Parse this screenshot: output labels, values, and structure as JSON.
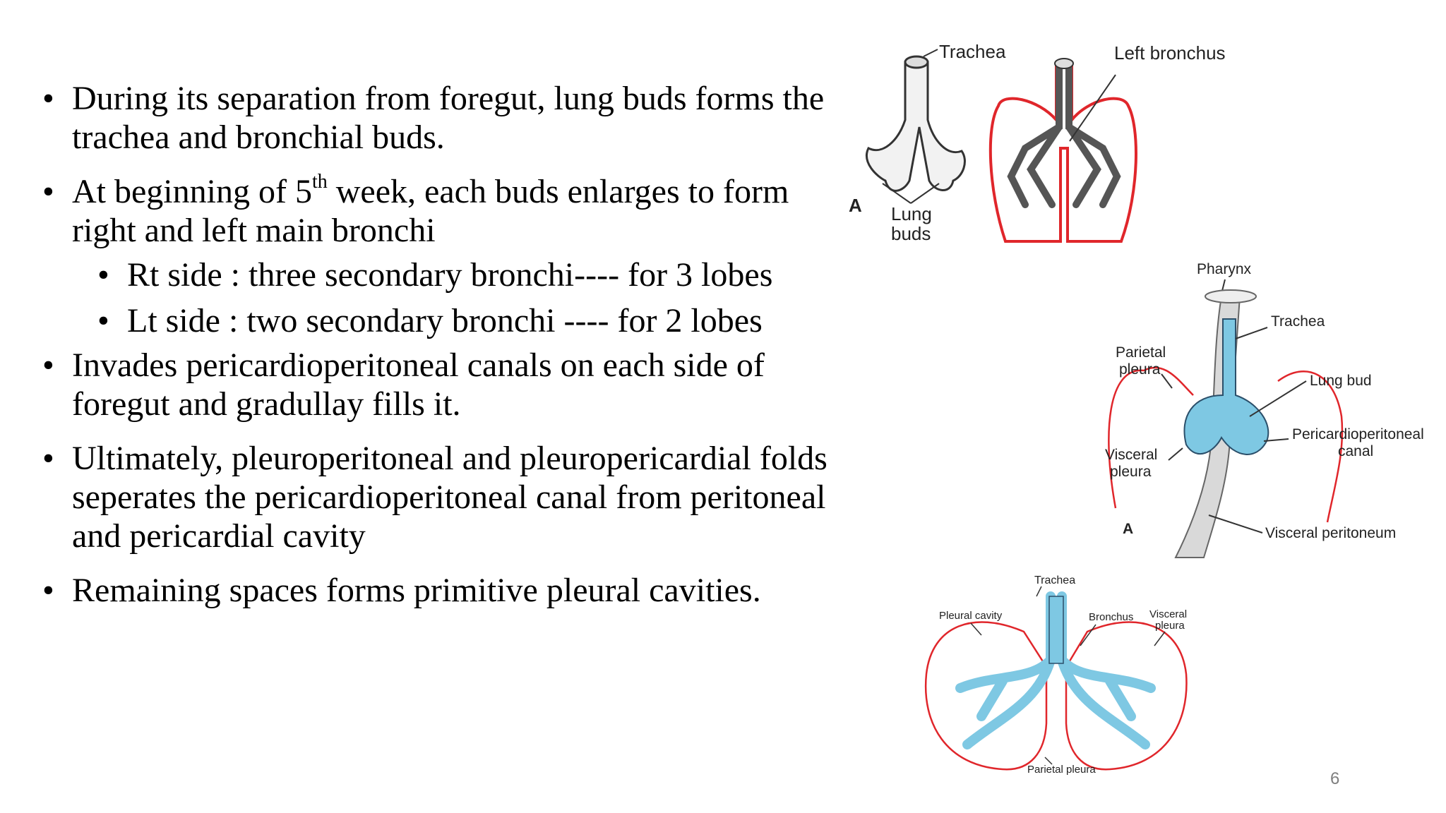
{
  "bullets": {
    "b1": "During its separation from foregut, lung buds forms the trachea and bronchial buds.",
    "b2_pre": "At beginning of 5",
    "b2_sup": "th",
    "b2_post": " week, each buds enlarges to form right and left main bronchi",
    "sub1": "Rt side : three secondary bronchi---- for 3 lobes",
    "sub2": "Lt side :  two secondary bronchi ---- for 2 lobes",
    "b3": "Invades pericardioperitoneal canals on each side of foregut and gradullay fills it.",
    "b4": "Ultimately, pleuroperitoneal and pleuropericardial folds seperates the pericardioperitoneal canal from peritoneal and pericardial cavity",
    "b5": "Remaining spaces forms primitive pleural cavities."
  },
  "figure_top": {
    "panel_letter": "A",
    "trachea": "Trachea",
    "left_bronchus": "Left bronchus",
    "lung_buds_1": "Lung",
    "lung_buds_2": "buds"
  },
  "figure_middle": {
    "panel_letter": "A",
    "pharynx": "Pharynx",
    "trachea": "Trachea",
    "parietal_pleura_1": "Parietal",
    "parietal_pleura_2": "pleura",
    "lung_bud": "Lung bud",
    "visceral_pleura_1": "Visceral",
    "visceral_pleura_2": "pleura",
    "pericardioperitoneal_1": "Pericardioperitoneal",
    "pericardioperitoneal_2": "canal",
    "visceral_peritoneum": "Visceral peritoneum"
  },
  "figure_bottom": {
    "trachea": "Trachea",
    "pleural_cavity": "Pleural cavity",
    "bronchus": "Bronchus",
    "visceral_pleura_1": "Visceral",
    "visceral_pleura_2": "pleura",
    "parietal_pleura": "Parietal pleura"
  },
  "page_number": "6",
  "colors": {
    "pleura_red": "#e0262b",
    "airway_blue": "#7ec8e3",
    "outline_gray": "#555555"
  }
}
